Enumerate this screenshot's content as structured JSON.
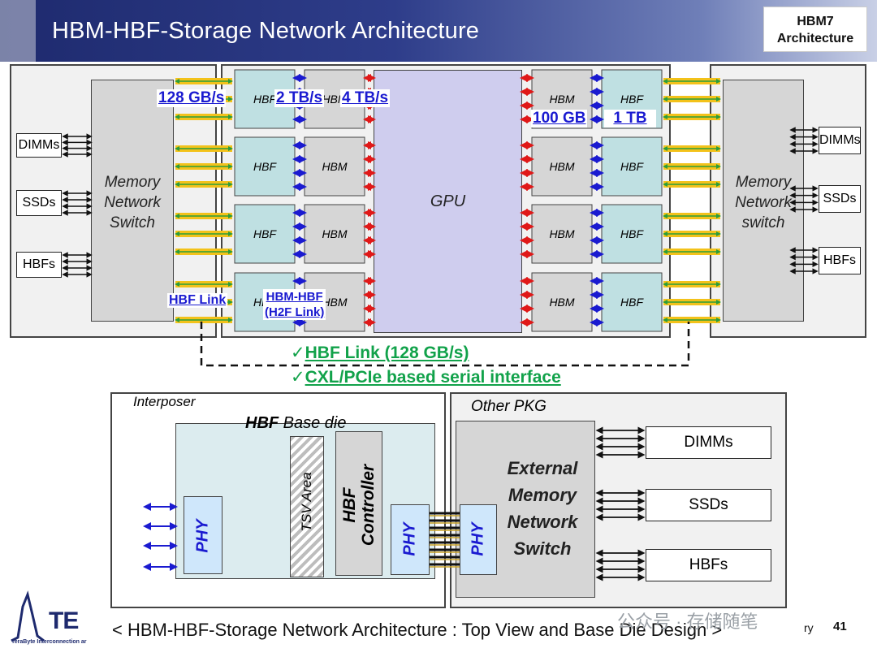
{
  "header": {
    "title": "HBM-HBF-Storage Network Architecture",
    "badge_line1": "HBM7",
    "badge_line2": "Architecture"
  },
  "top": {
    "left_switch": [
      "Memory",
      "Network",
      "Switch"
    ],
    "right_switch": [
      "Memory",
      "Network",
      "switch"
    ],
    "left_devices": [
      "DIMMs",
      "SSDs",
      "HBFs"
    ],
    "right_devices": [
      "DIMMs",
      "SSDs",
      "HBFs"
    ],
    "gpu": "GPU",
    "hbf": "HBF",
    "hbm": "HBM",
    "labels": {
      "bw1": "128 GB/s",
      "bw2": "2 TB/s",
      "bw3": "4 TB/s",
      "cap1": "100 GB",
      "cap2": "1 TB",
      "hbf_link": "HBF Link",
      "h2f_1": "HBM-HBF",
      "h2f_2": "(H2F Link)"
    },
    "check1": "HBF Link (128 GB/s)",
    "check2": "CXL/PCIe based serial interface"
  },
  "bottom": {
    "interposer": "Interposer",
    "base_die_bold": "HBF",
    "base_die_rest": " Base die",
    "tsv": "TSV Area",
    "controller": [
      "HBF",
      "Controller"
    ],
    "phy": "PHY",
    "other_pkg": "Other PKG",
    "ext_switch": [
      "External",
      "Memory",
      "Network",
      "Switch"
    ],
    "devices": [
      "DIMMs",
      "SSDs",
      "HBFs"
    ]
  },
  "footer": {
    "caption": "< HBM-HBF-Storage Network Architecture : Top View and Base Die Design >",
    "logo_text": "TE",
    "logo_sub": "TeraByte Interconnection ar",
    "watermark": "公众号 · 存储随笔",
    "page_suffix": "ry",
    "page_number": "41"
  }
}
